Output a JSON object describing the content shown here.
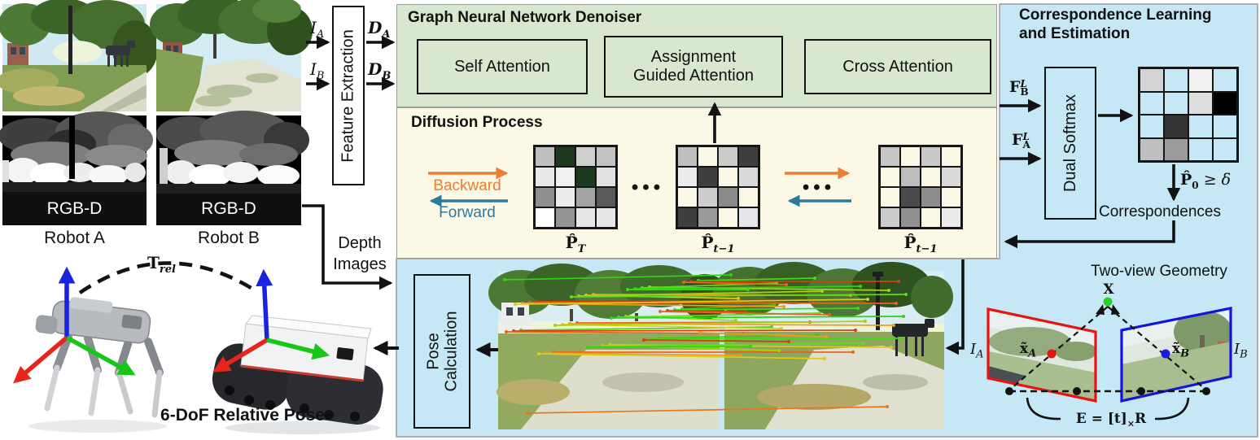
{
  "sensors": {
    "rgbd_label": "RGB-D",
    "robot_a_label": "Robot A",
    "robot_b_label": "Robot B"
  },
  "feature_extraction": {
    "label": "Feature Extraction"
  },
  "io_labels": {
    "i_a": {
      "base": "I",
      "sub": "A"
    },
    "i_b": {
      "base": "I",
      "sub": "B"
    },
    "d_a": {
      "base": "D",
      "sub": "A"
    },
    "d_b": {
      "base": "D",
      "sub": "B"
    },
    "depth_images_line1": "Depth",
    "depth_images_line2": "Images"
  },
  "gnn": {
    "title": "Graph Neural Network Denoiser",
    "self_attention": "Self Attention",
    "assignment_line1": "Assignment",
    "assignment_line2": "Guided Attention",
    "cross_attention": "Cross Attention",
    "panel_color": "#d8e8d0"
  },
  "diffusion": {
    "title": "Diffusion Process",
    "backward": "Backward",
    "forward": "Forward",
    "dots": "•••",
    "panel_color": "#fcf8e6",
    "backward_color": "#ED7D31",
    "forward_color": "#2b7a9e",
    "matrices": [
      {
        "label_base": "P̂",
        "label_sub": "T",
        "cells": [
          "#bfbfbf",
          "#1d3a21",
          "#cfcfcf",
          "#c2c2c2",
          "#e9e9e9",
          "#f0f0f0",
          "#1d3a21",
          "#e1e1e1",
          "#8f8f8f",
          "#ededed",
          "#a4a4a4",
          "#595959",
          "#ffffff",
          "#939393",
          "#e7e7e7",
          "#e7e7e7"
        ]
      },
      {
        "label_base": "P̂",
        "label_sub": "t−1",
        "cells": [
          "#bfbfbf",
          "",
          "#cbcbcb",
          "#3f3f3f",
          "#ececec",
          "#3f3f3f",
          "",
          "#dadada",
          "",
          "#cdcdcd",
          "#8a8a8a",
          "",
          "#3f3f3f",
          "#9a9a9a",
          "",
          "#e6e6ec"
        ]
      },
      {
        "label_base": "P̂",
        "label_sub": "t−1",
        "cells": [
          "#c6c6c6",
          "",
          "#c9c9c9",
          "",
          "",
          "#bdbdbd",
          "",
          "#d9d9d9",
          "",
          "#4a4a4a",
          "#8c8c8c",
          "",
          "#cbcbcb",
          "#919191",
          "",
          "#ebebeb"
        ]
      }
    ]
  },
  "correspondence": {
    "title_line1": "Correspondence Learning",
    "title_line2": "and Estimation",
    "panel_color": "#c6e7f5",
    "dual_softmax": "Dual Softmax",
    "f_b": {
      "base": "F",
      "sup": "L",
      "sub": "B"
    },
    "f_a": {
      "base": "F",
      "sup": "L",
      "sub": "A"
    },
    "matrix_cells": [
      "#d4d4d4",
      "",
      "#f1f1f1",
      "",
      "",
      "",
      "#dedede",
      "#000000",
      "",
      "#333333",
      "",
      "",
      "#c0c0c0",
      "#9b9b9b",
      "",
      ""
    ],
    "threshold": {
      "base": "P̂",
      "sub": "0",
      "rest": " ≥ δ"
    },
    "correspondences_label": "Correspondences"
  },
  "two_view": {
    "title": "Two-view Geometry",
    "x_label": "X",
    "i_a": {
      "base": "I",
      "sub": "A"
    },
    "i_b": {
      "base": "I",
      "sub": "B"
    },
    "x_a": {
      "base": "x̃",
      "sub": "A"
    },
    "x_b": {
      "base": "x̃",
      "sub": "B"
    },
    "essential": {
      "pre": "E = [t]",
      "sub": "×",
      "post": "R"
    },
    "plane_a_color": "#e8140f",
    "plane_b_color": "#1513dc"
  },
  "pose": {
    "calc_line1": "Pose",
    "calc_line2": "Calculation",
    "relative_pose_label": "6-DoF Relative Pose",
    "t_rel": {
      "base": "T",
      "sub": "rel"
    }
  },
  "axes_colors": {
    "x": "#e8251a",
    "y": "#16c716",
    "z": "#1822e0"
  },
  "match_viz": {
    "line_count": 42,
    "palette": [
      "#2fd411",
      "#63d91f",
      "#a3d414",
      "#d7cf16",
      "#f29a1c",
      "#e8641a",
      "#d23f10",
      "#44d816"
    ],
    "bottom_line_color": "#e8771c"
  }
}
